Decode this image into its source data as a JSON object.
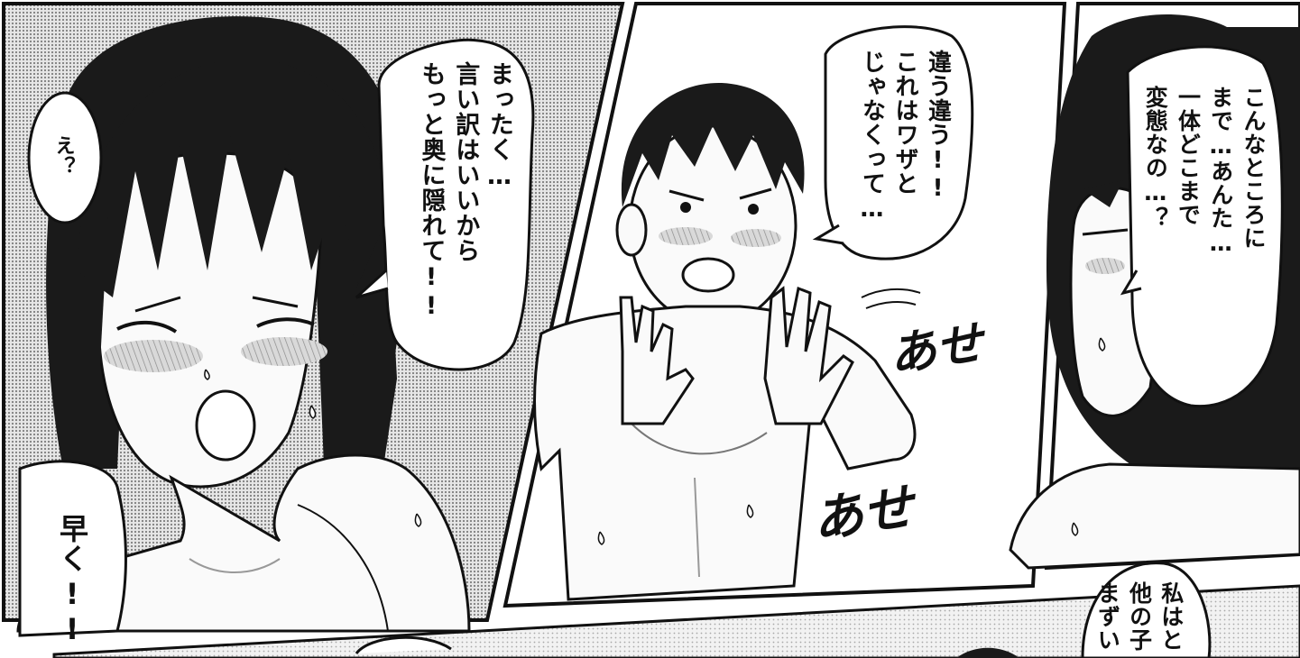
{
  "panel_left": {
    "bubble_small": "え？",
    "bubble_main": [
      "まったく…",
      "言い訳はいいから",
      "もっと奥に隠れて!!"
    ],
    "bubble_bottom": [
      "早く",
      "!!"
    ]
  },
  "panel_middle": {
    "bubble": [
      "違う違う!!",
      "これはワザと",
      "じゃなくって…"
    ],
    "sfx_1": "あせ",
    "sfx_2": "あせ"
  },
  "panel_right": {
    "bubble": [
      "こんなところに",
      "まで…あんた…",
      "一体どこまで",
      "変態なの…？"
    ]
  },
  "panel_bottom_right": {
    "bubble": [
      "私はと",
      "他の子",
      "まずい"
    ]
  }
}
